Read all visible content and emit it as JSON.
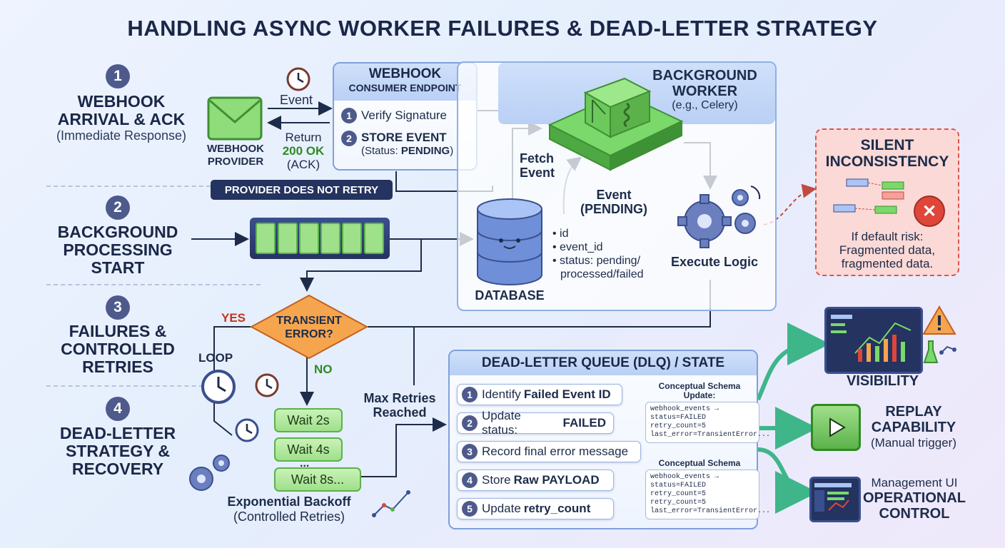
{
  "title": "HANDLING ASYNC WORKER FAILURES & DEAD-LETTER STRATEGY",
  "steps": [
    {
      "num": "1",
      "title_lines": [
        "WEBHOOK",
        "ARRIVAL & ACK"
      ],
      "subtitle": "(Immediate Response)"
    },
    {
      "num": "2",
      "title_lines": [
        "BACKGROUND",
        "PROCESSING",
        "START"
      ]
    },
    {
      "num": "3",
      "title_lines": [
        "FAILURES &",
        "CONTROLLED",
        "RETRIES"
      ]
    },
    {
      "num": "4",
      "title_lines": [
        "DEAD-LETTER",
        "STRATEGY &",
        "RECOVERY"
      ]
    }
  ],
  "provider": {
    "label_lines": [
      "WEBHOOK",
      "PROVIDER"
    ]
  },
  "event_label": "Event",
  "return_label": {
    "line1": "Return",
    "ok": "200 OK",
    "ack": "(ACK)"
  },
  "no_retry_banner": "PROVIDER DOES NOT RETRY",
  "consumer": {
    "title_line1": "WEBHOOK",
    "title_line2": "CONSUMER ENDPOINT",
    "items": [
      {
        "num": "1",
        "text": "Verify Signature"
      },
      {
        "num": "2",
        "text": "STORE EVENT",
        "sub_prefix": "(Status: ",
        "sub_bold": "PENDING",
        "sub_suffix": ")"
      }
    ]
  },
  "worker": {
    "title_lines": [
      "BACKGROUND",
      "WORKER"
    ],
    "subtitle": "(e.g., Celery)"
  },
  "fetch_event": {
    "lines": [
      "Fetch",
      "Event"
    ]
  },
  "event_pending": {
    "lines": [
      "Event",
      "(PENDING)"
    ]
  },
  "execute_logic": "Execute Logic",
  "database": {
    "label": "DATABASE",
    "fields": [
      "id",
      "event_id",
      "status: pending/",
      "processed/failed"
    ]
  },
  "silent": {
    "title_lines": [
      "SILENT",
      "INCONSISTENCY"
    ],
    "text_lines": [
      "If default risk:",
      "Fragmented data,",
      "fragmented data."
    ]
  },
  "decision": {
    "lines": [
      "TRANSIENT",
      "ERROR?"
    ],
    "yes": "YES",
    "no": "NO"
  },
  "loop_label": "LOOP",
  "waits": [
    "Wait 2s",
    "Wait 4s",
    "Wait 8s..."
  ],
  "wait_dots": "...",
  "backoff": {
    "title": "Exponential Backoff",
    "subtitle": "(Controlled Retries)"
  },
  "max_retries": {
    "lines": [
      "Max Retries",
      "Reached"
    ]
  },
  "dlq": {
    "title": "DEAD-LETTER QUEUE (DLQ) / STATE",
    "items": [
      {
        "num": "1",
        "prefix": "Identify ",
        "bold": "Failed Event ID"
      },
      {
        "num": "2",
        "prefix": "Update status: ",
        "bold": "FAILED"
      },
      {
        "num": "3",
        "prefix": "Record final error message",
        "bold": ""
      },
      {
        "num": "4",
        "prefix": "Store ",
        "bold": "Raw PAYLOAD"
      },
      {
        "num": "5",
        "prefix": "Update ",
        "bold": "retry_count"
      }
    ],
    "schema1": {
      "title_lines": [
        "Conceptual Schema",
        "Update:"
      ],
      "lines": [
        "webhook_events →",
        "status=FAILED",
        "retry_count=5",
        "last_error=TransientError..."
      ]
    },
    "schema2": {
      "title_lines": [
        "Conceptual Schema"
      ],
      "lines": [
        "webhook_events →",
        "status=FAILED",
        "retry_count=5",
        "retry_count=5",
        "last_error=TransientError..."
      ]
    }
  },
  "outcomes": {
    "visibility": "VISIBILITY",
    "replay": {
      "lines": [
        "REPLAY",
        "CAPABILITY"
      ],
      "sub": "(Manual trigger)"
    },
    "control": {
      "pre": "Management UI",
      "lines": [
        "OPERATIONAL",
        "CONTROL"
      ]
    }
  },
  "colors": {
    "accent_blue": "#7ea0dd",
    "green": "#5bb24a",
    "orange": "#f08a3c",
    "red_alert": "#e0453a",
    "badge": "#4e5a8c"
  }
}
